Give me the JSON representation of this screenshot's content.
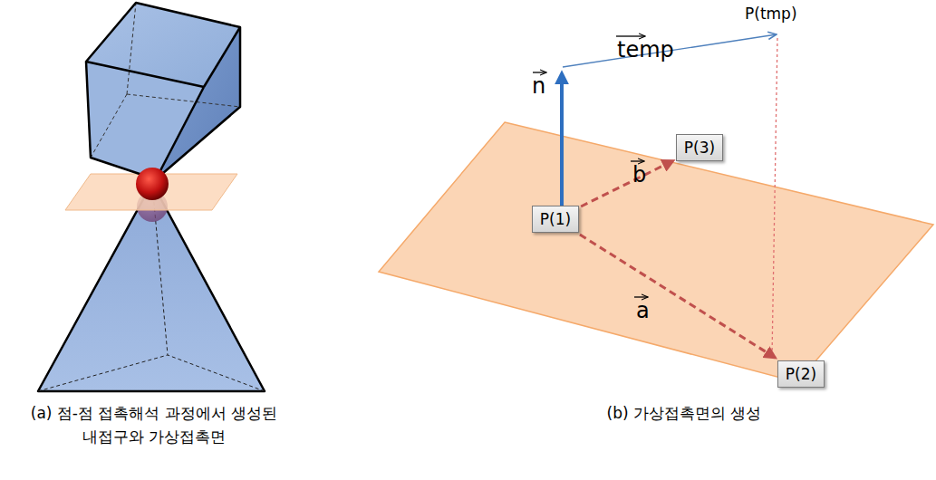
{
  "diagram": {
    "nodes": [
      {
        "text": [
          "P(3)"
        ]
      },
      {
        "text": [
          "P(1)"
        ]
      },
      {
        "text": [
          "P(2)"
        ]
      }
    ],
    "edges": [
      {
        "from": 1,
        "to": 2,
        "arrow": "to",
        "label": "a"
      },
      {
        "from": 1,
        "to": 0,
        "arrow": "to",
        "label": "b"
      }
    ],
    "labels": [
      "n",
      "temp",
      "P(tmp)",
      "(a) 점-점 접촉해석 과정에서 생성된 내접구와 가상접촉면",
      "(b) 가상접촉면의 생성"
    ]
  }
}
